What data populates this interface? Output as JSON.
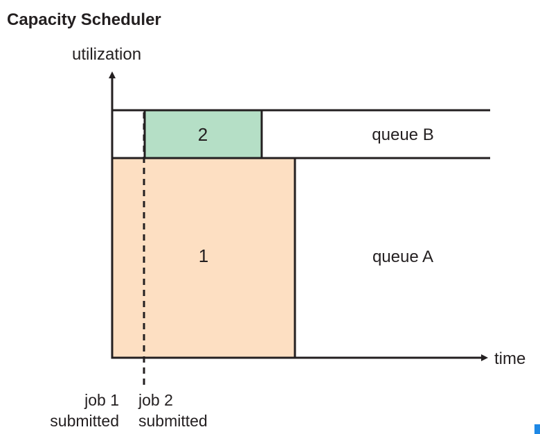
{
  "title": "Capacity Scheduler",
  "axes": {
    "y_label": "utilization",
    "x_label": "time"
  },
  "queues": {
    "queue_b": "queue B",
    "queue_a": "queue A"
  },
  "jobs": {
    "job1": {
      "box_label": "1",
      "caption_line1": "job 1",
      "caption_line2": "submitted",
      "color": "#fddfc2"
    },
    "job2": {
      "box_label": "2",
      "caption_line1": "job 2",
      "caption_line2": "submitted",
      "color": "#b5dfc6"
    }
  },
  "colors": {
    "stroke": "#231f20",
    "text": "#231f20"
  }
}
